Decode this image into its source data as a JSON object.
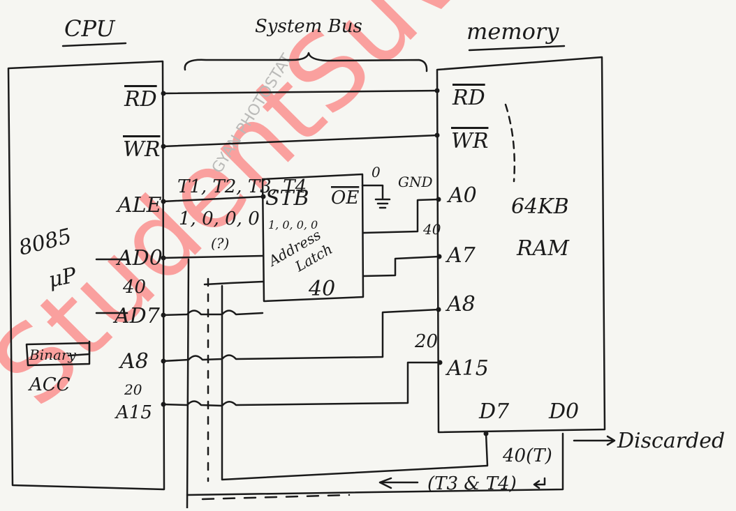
{
  "headers": {
    "cpu": "CPU",
    "bus": "System Bus",
    "memory": "memory"
  },
  "cpu": {
    "name": "8085",
    "unit": "μP",
    "pins": {
      "rd": "RD",
      "wr": "WR",
      "ale": "ALE",
      "ad0": "AD0",
      "ad7": "AD7",
      "a8": "A8",
      "a15": "A15"
    },
    "mid_count_low": "40",
    "mid_count_high": "20",
    "box_label": "Binary",
    "acc": "ACC"
  },
  "timing": {
    "states": "T1, T2, T3, T4",
    "ale_values": "1, 0, 0, 0",
    "note": "(?)"
  },
  "latch": {
    "stb": "STB",
    "oe": "OE",
    "stb_values": "1, 0, 0, 0",
    "title_1": "Address",
    "title_2": "Latch",
    "count": "40",
    "oe_level": "0",
    "gnd": "GND"
  },
  "memory": {
    "pins": {
      "rd": "RD",
      "wr": "WR",
      "a0": "A0",
      "a7": "A7",
      "a8": "A8",
      "a15": "A15",
      "d7": "D7",
      "d0": "D0"
    },
    "size": "64KB",
    "type": "RAM",
    "count_low": "40",
    "count_high": "20",
    "data_count": "40(T)"
  },
  "annotations": {
    "discarded": "Discarded",
    "return_states": "(T3 & T4)"
  },
  "watermark": {
    "line1": "GYAN PHOTOSTAT",
    "line2": "StudentSuvidha"
  }
}
